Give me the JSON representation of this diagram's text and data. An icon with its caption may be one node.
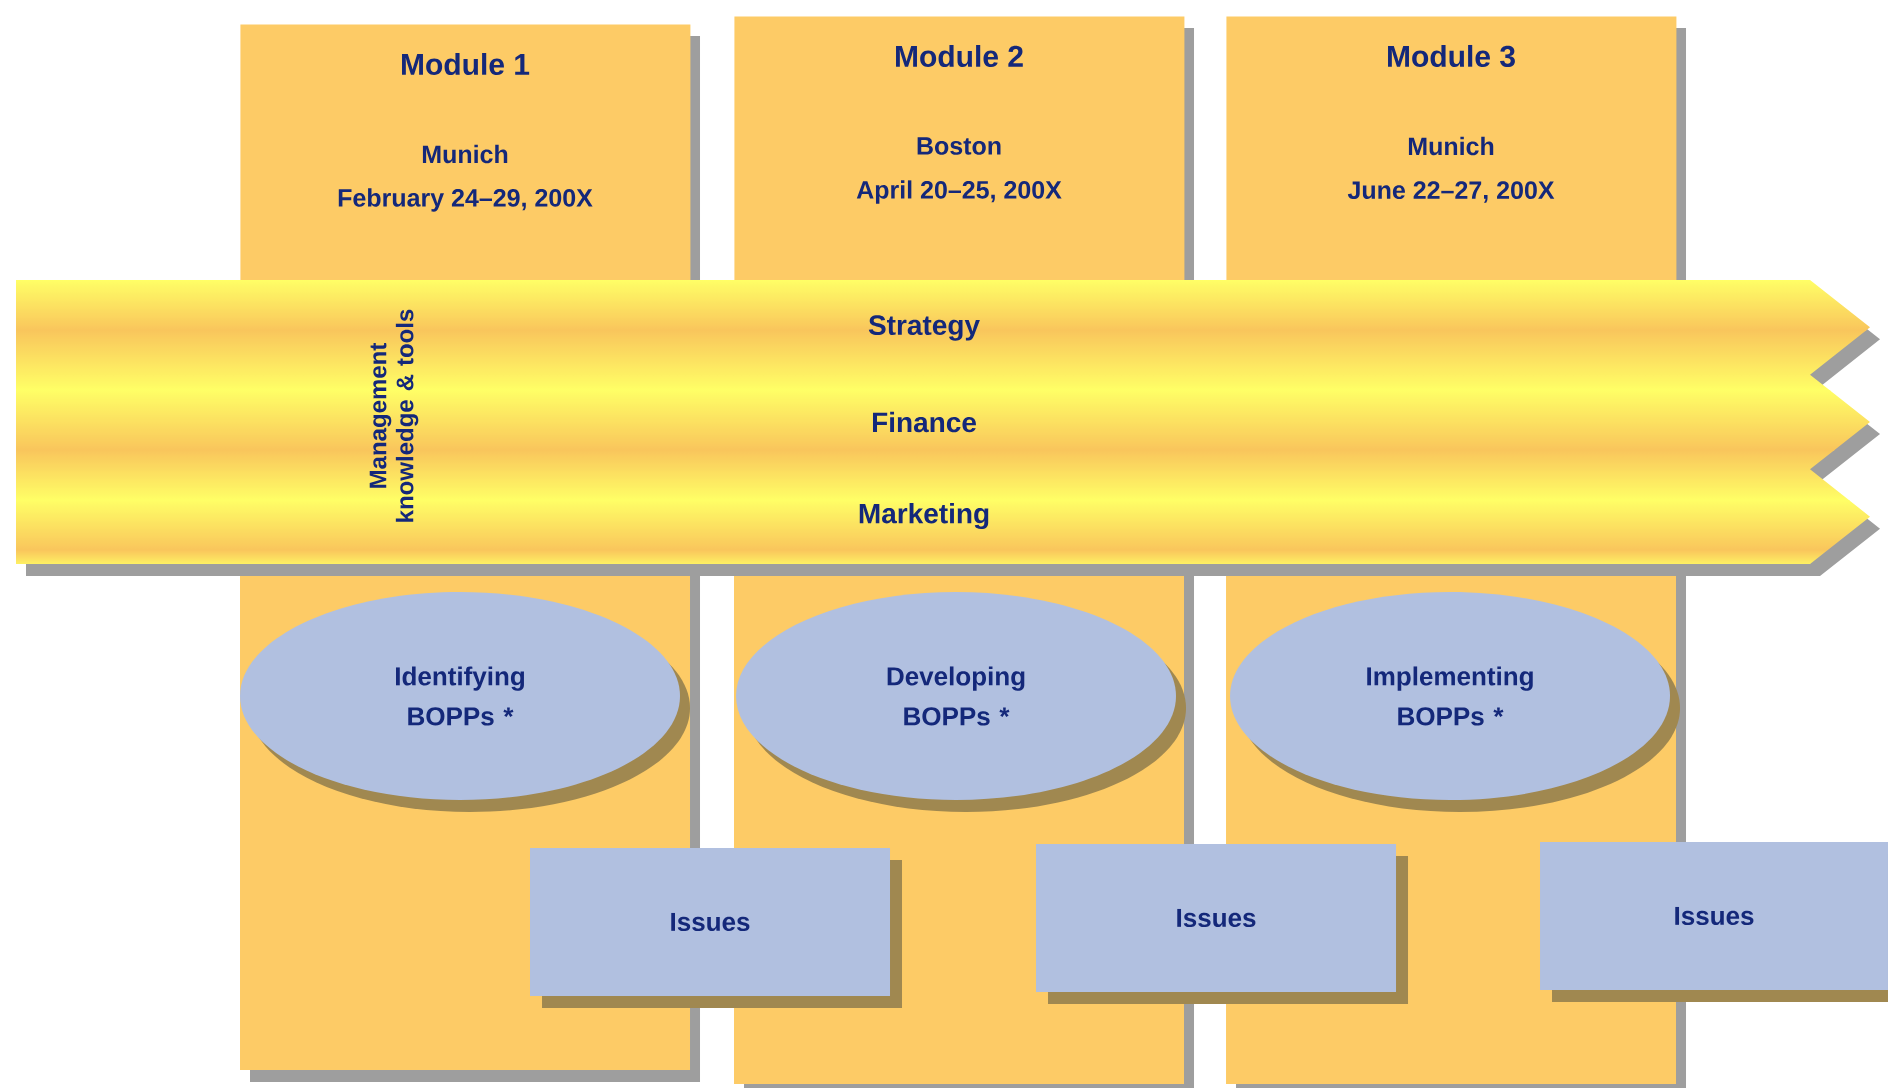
{
  "diagram": {
    "nodes": [
      {
        "text": [
          "Module 1",
          "Munich",
          "February 24–29, 200X"
        ]
      },
      {
        "text": [
          "Module 2",
          "Boston",
          "April 20–25, 200X"
        ]
      },
      {
        "text": [
          "Module 3",
          "Munich",
          "June 22–27, 200X"
        ]
      },
      {
        "text": [
          "Management knowledge & tools",
          "Strategy",
          "Finance",
          "Marketing"
        ]
      },
      {
        "text": [
          "Identifying BOPPs *"
        ]
      },
      {
        "text": [
          "Developing BOPPs *"
        ]
      },
      {
        "text": [
          "Implementing BOPPs *"
        ]
      },
      {
        "text": [
          "Issues"
        ]
      },
      {
        "text": [
          "Issues"
        ]
      },
      {
        "text": [
          "Issues"
        ]
      }
    ]
  }
}
